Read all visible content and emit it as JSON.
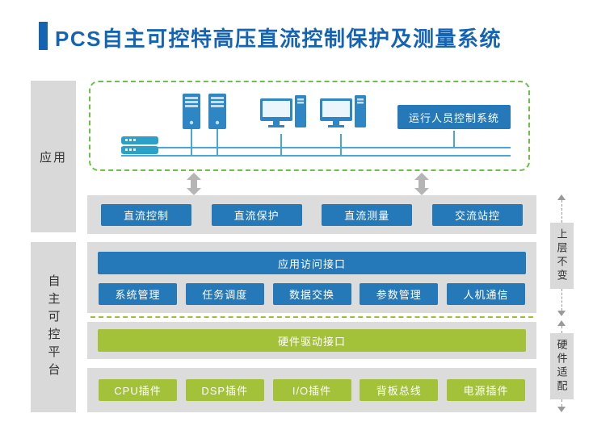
{
  "title": "PCS自主可控特高压直流控制保护及测量系统",
  "side_labels": {
    "application": "应用",
    "platform": "自主可控平台"
  },
  "top_section": {
    "operator_system_label": "运行人员控制系统",
    "icons": [
      "network-switch-icon",
      "server-icon",
      "server-icon",
      "workstation-icon",
      "workstation-icon"
    ]
  },
  "application_modules": [
    "直流控制",
    "直流保护",
    "直流测量",
    "交流站控"
  ],
  "platform_section": {
    "app_interface_label": "应用访问接口",
    "middleware_modules": [
      "系统管理",
      "任务调度",
      "数据交换",
      "参数管理",
      "人机通信"
    ],
    "driver_interface_label": "硬件驱动接口",
    "hardware_modules": [
      "CPU插件",
      "DSP插件",
      "I/O插件",
      "背板总线",
      "电源插件"
    ]
  },
  "right_annotations": {
    "upper": "上层不变",
    "lower": "硬件适配"
  },
  "colors": {
    "title_blue": "#1564b4",
    "button_blue": "#2579b8",
    "accent_green": "#a3c23a",
    "band_gray": "#dcdcdc",
    "dashed_border_green": "#6cc04a",
    "network_line_blue": "#4aa6d6",
    "arrow_gray": "#b5b5b5"
  }
}
